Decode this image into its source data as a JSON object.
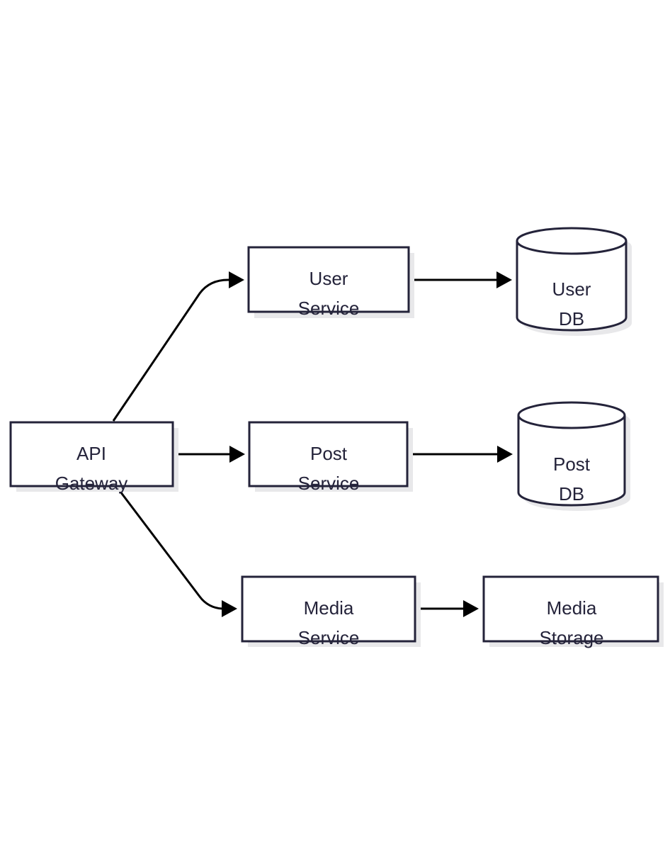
{
  "nodes": {
    "api_gateway": {
      "line1": "API",
      "line2": "Gateway"
    },
    "user_service": {
      "line1": "User",
      "line2": "Service"
    },
    "post_service": {
      "line1": "Post",
      "line2": "Service"
    },
    "media_service": {
      "line1": "Media",
      "line2": "Service"
    },
    "user_db": {
      "line1": "User",
      "line2": "DB"
    },
    "post_db": {
      "line1": "Post",
      "line2": "DB"
    },
    "media_storage": {
      "line1": "Media",
      "line2": "Storage"
    }
  },
  "edges": [
    {
      "from": "api_gateway",
      "to": "user_service"
    },
    {
      "from": "api_gateway",
      "to": "post_service"
    },
    {
      "from": "api_gateway",
      "to": "media_service"
    },
    {
      "from": "user_service",
      "to": "user_db"
    },
    {
      "from": "post_service",
      "to": "post_db"
    },
    {
      "from": "media_service",
      "to": "media_storage"
    }
  ],
  "colors": {
    "stroke": "#24233a",
    "edge": "#000000",
    "shadow": "#e8e8ea",
    "fill": "#ffffff"
  }
}
